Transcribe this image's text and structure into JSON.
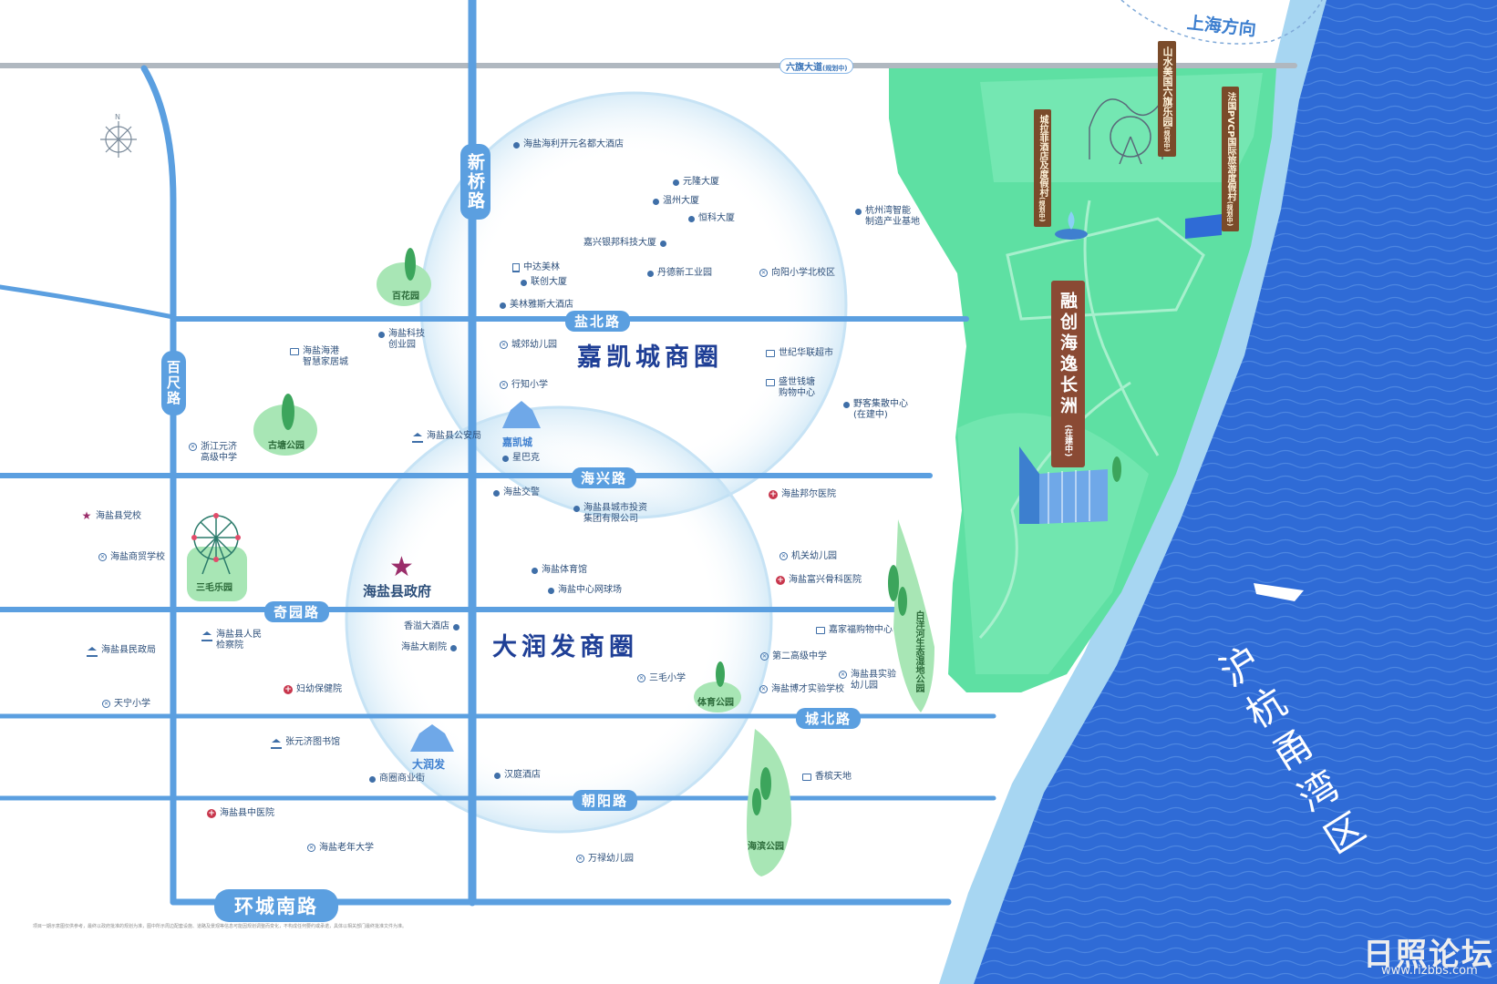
{
  "map": {
    "direction_label": "上海方向",
    "compass_label": "N",
    "bay_name": "沪杭甬湾区",
    "logo": {
      "name": "日照论坛",
      "url": "www.rizbbs.com"
    },
    "disclaimer": "项目一期示意图仅供参考，最终以政府批准的规划为准，图中所示周边配套设施、道路及景观等信息可能因规划调整而变化，不构成任何要约或承诺，具体以相关部门最终批准文件为准。"
  },
  "roads": {
    "liuqi_avenue": "六旗大道",
    "liuqi_avenue_note": "(规划中)",
    "xinqiao_road": "新桥路",
    "baichi_road": "百尺路",
    "yanbei_road": "盐北路",
    "haixing_road": "海兴路",
    "qiyuan_road": "奇园路",
    "chengbei_road": "城北路",
    "chaoyang_road": "朝阳路",
    "huancheng_south_road": "环城南路"
  },
  "districts": {
    "jiakaicheng": "嘉凯城商圈",
    "darunfa": "大润发商圈"
  },
  "landmarks": {
    "government": "海盐县政府",
    "jiakaicheng_building": "嘉凯城",
    "darunfa_building": "大润发"
  },
  "project": {
    "name": "融创海逸长洲",
    "status": "(在建中)"
  },
  "resort_banners": [
    {
      "name": "山水美国六旗乐园",
      "note": "(规划中)"
    },
    {
      "name": "法国PVCP国际旅游度假村",
      "note": "(规划中)"
    },
    {
      "name": "城拉菲酒店及度假村",
      "note": "(规划中)"
    }
  ],
  "parks": {
    "baihua": "百花园",
    "gutang": "古塘公园",
    "sanmao_leyuan": "三毛乐园",
    "tiyu_park": "体育公园",
    "haibin_park": "海滨公园",
    "baiyanghe_park": "白洋河生态湿地公园"
  },
  "pois": [
    {
      "type": "dot",
      "text": "海盐海利开元名都大酒店"
    },
    {
      "type": "dot",
      "text": "元隆大厦"
    },
    {
      "type": "dot",
      "text": "温州大厦"
    },
    {
      "type": "dot",
      "text": "恒科大厦"
    },
    {
      "type": "dot",
      "text": "杭州湾智能\n制造产业基地"
    },
    {
      "type": "dot",
      "text": "嘉兴银邦科技大厦",
      "rev": true
    },
    {
      "type": "building",
      "text": "中达美林"
    },
    {
      "type": "dot",
      "text": "联创大厦"
    },
    {
      "type": "dot",
      "text": "丹德新工业园"
    },
    {
      "type": "school",
      "text": "向阳小学北校区"
    },
    {
      "type": "dot",
      "text": "美林雅斯大酒店"
    },
    {
      "type": "dot",
      "text": "海盐科技\n创业园"
    },
    {
      "type": "school",
      "text": "城郊幼儿园"
    },
    {
      "type": "mall",
      "text": "世纪华联超市"
    },
    {
      "type": "mall",
      "text": "海盐海港\n智慧家居城"
    },
    {
      "type": "school",
      "text": "行知小学"
    },
    {
      "type": "mall",
      "text": "盛世钱塘\n购物中心"
    },
    {
      "type": "dot",
      "text": "野客集散中心\n(在建中)"
    },
    {
      "type": "school",
      "text": "浙江元济\n高级中学"
    },
    {
      "type": "gov",
      "text": "海盐县公安局"
    },
    {
      "type": "dot",
      "text": "星巴克"
    },
    {
      "type": "dot",
      "text": "海盐交警"
    },
    {
      "type": "dot",
      "text": "海盐县城市投资\n集团有限公司"
    },
    {
      "type": "hospital",
      "text": "海盐邦尔医院"
    },
    {
      "type": "star",
      "text": "海盐县党校"
    },
    {
      "type": "school",
      "text": "海盐商贸学校"
    },
    {
      "type": "dot",
      "text": "海盐体育馆"
    },
    {
      "type": "dot",
      "text": "海盐中心网球场"
    },
    {
      "type": "school",
      "text": "机关幼儿园"
    },
    {
      "type": "hospital",
      "text": "海盐富兴骨科医院"
    },
    {
      "type": "gov",
      "text": "海盐县民政局"
    },
    {
      "type": "gov",
      "text": "海盐县人民\n检察院"
    },
    {
      "type": "dot",
      "text": "香溢大酒店",
      "rev": true
    },
    {
      "type": "dot",
      "text": "海盐大剧院",
      "rev": true
    },
    {
      "type": "mall",
      "text": "嘉家福购物中心"
    },
    {
      "type": "school",
      "text": "第二高级中学"
    },
    {
      "type": "hospital",
      "text": "妇幼保健院"
    },
    {
      "type": "school",
      "text": "三毛小学"
    },
    {
      "type": "school",
      "text": "海盐县实验\n幼儿园"
    },
    {
      "type": "school",
      "text": "海盐博才实验学校"
    },
    {
      "type": "school",
      "text": "天宁小学"
    },
    {
      "type": "gov",
      "text": "张元济图书馆"
    },
    {
      "type": "dot",
      "text": "汉庭酒店"
    },
    {
      "type": "mall",
      "text": "香槟天地"
    },
    {
      "type": "dot",
      "text": "商圈商业街"
    },
    {
      "type": "hospital",
      "text": "海盐县中医院"
    },
    {
      "type": "school",
      "text": "海盐老年大学"
    },
    {
      "type": "school",
      "text": "万禄幼儿园"
    }
  ]
}
